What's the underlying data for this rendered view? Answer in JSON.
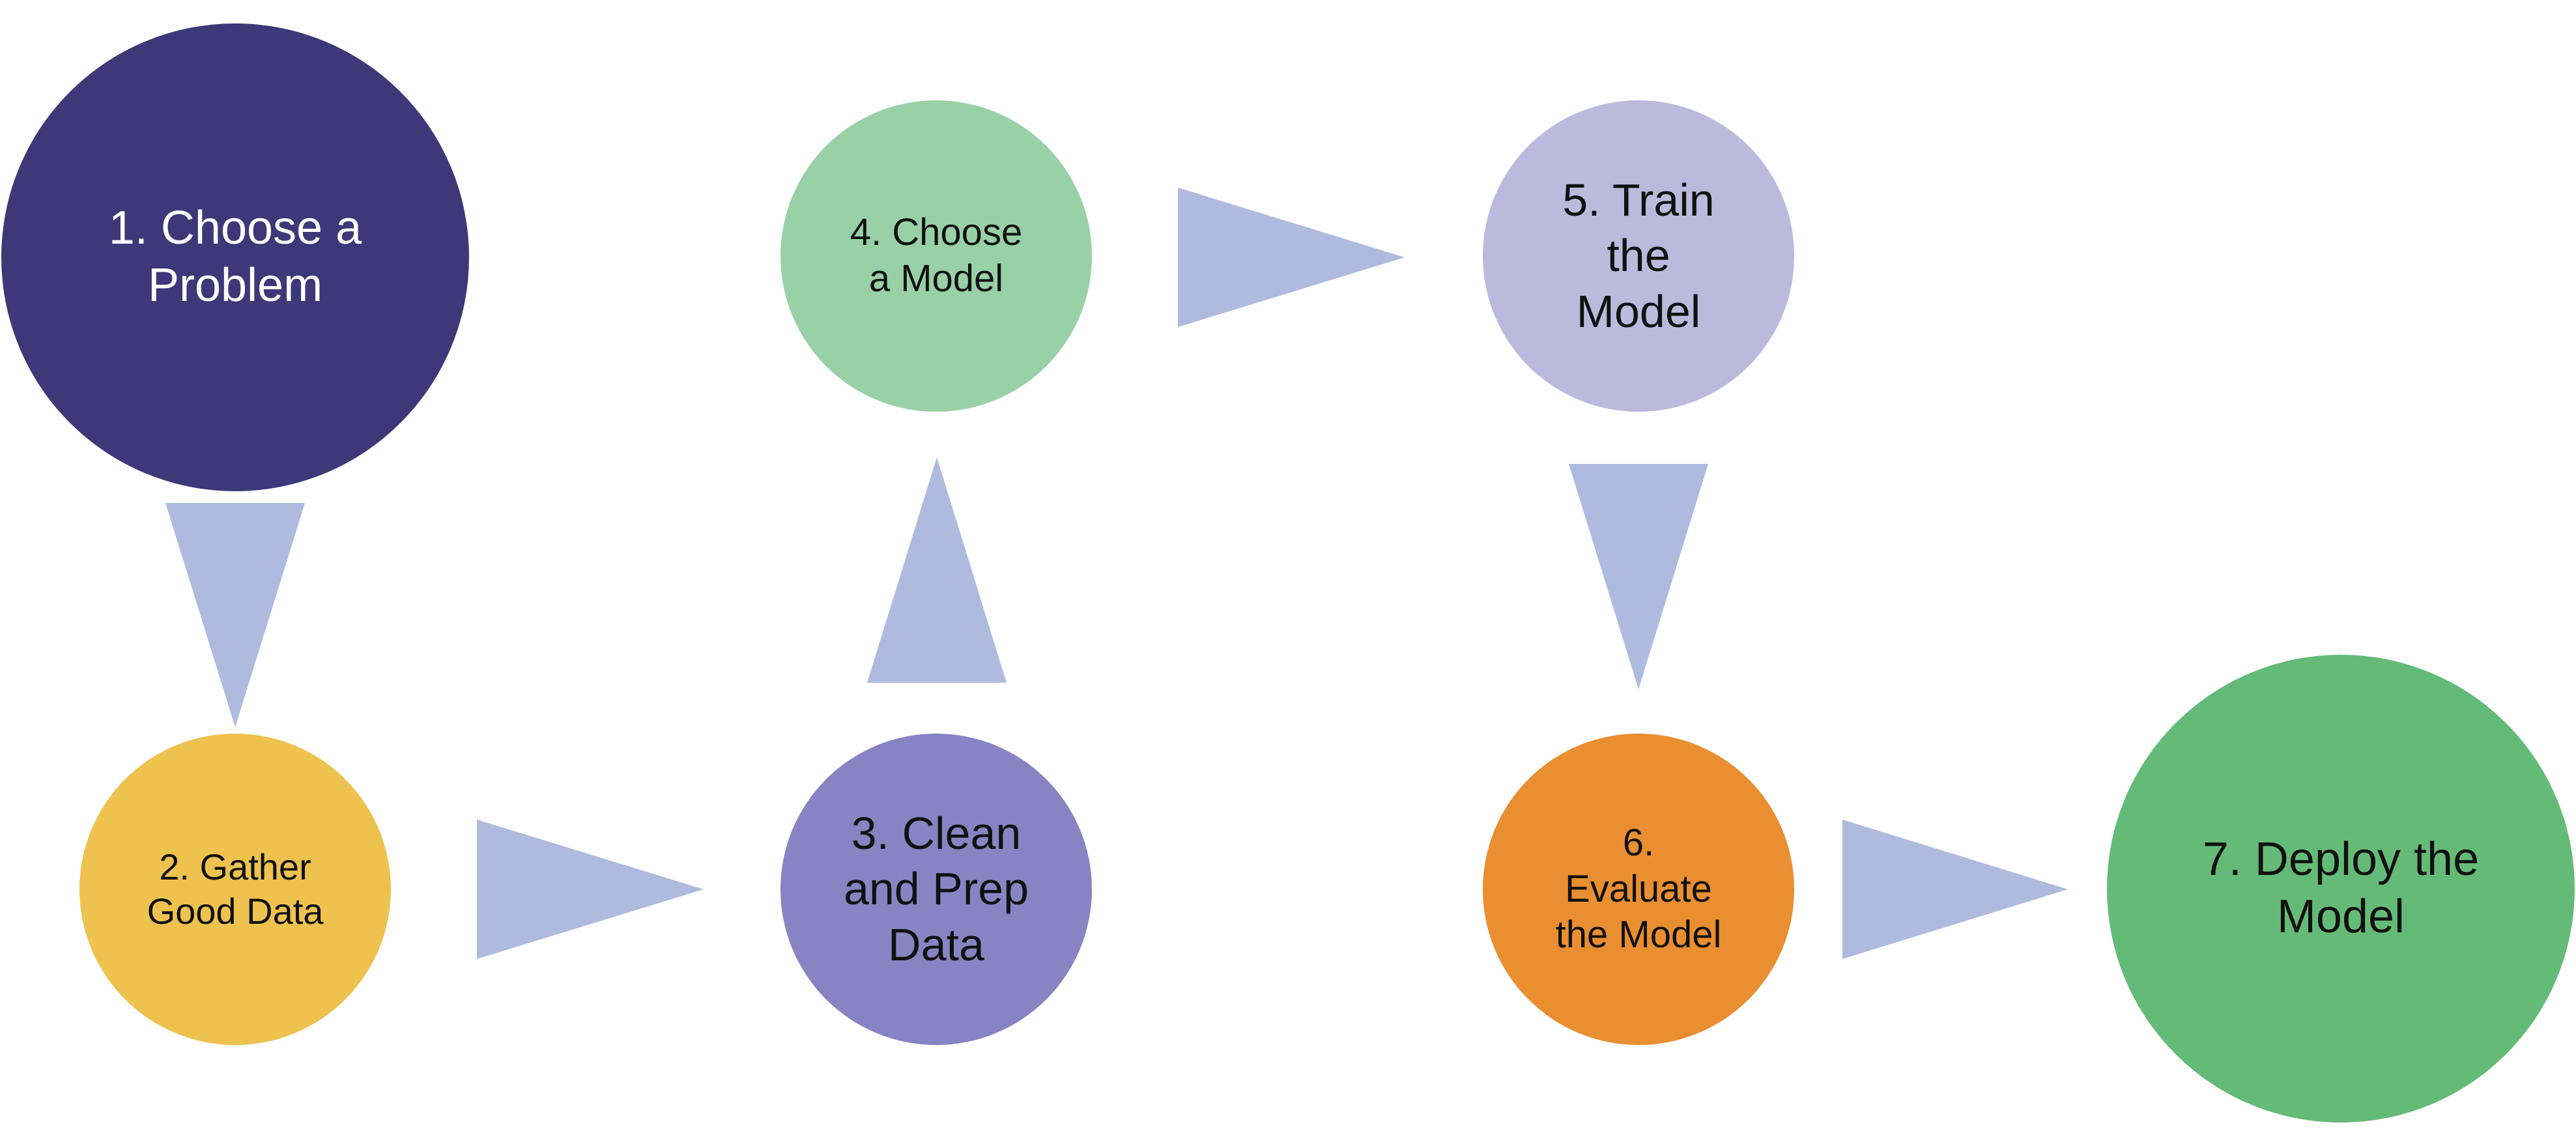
{
  "diagram": {
    "type": "process-flow",
    "nodes": [
      {
        "id": "1",
        "label": "1. Choose a\nProblem",
        "color": "#3e3778"
      },
      {
        "id": "2",
        "label": "2. Gather\nGood Data",
        "color": "#edc24e"
      },
      {
        "id": "3",
        "label": "3. Clean\nand Prep\nData",
        "color": "#8883c2"
      },
      {
        "id": "4",
        "label": "4. Choose\na Model",
        "color": "#98d1a5"
      },
      {
        "id": "5",
        "label": "5. Train\nthe\nModel",
        "color": "#bcb9dd"
      },
      {
        "id": "6",
        "label": "6.\nEvaluate\nthe Model",
        "color": "#e98e31"
      },
      {
        "id": "7",
        "label": "7. Deploy the\nModel",
        "color": "#64bb77"
      }
    ],
    "edges": [
      {
        "from": "1",
        "to": "2",
        "direction": "down"
      },
      {
        "from": "2",
        "to": "3",
        "direction": "right"
      },
      {
        "from": "3",
        "to": "4",
        "direction": "up"
      },
      {
        "from": "4",
        "to": "5",
        "direction": "right"
      },
      {
        "from": "5",
        "to": "6",
        "direction": "down"
      },
      {
        "from": "6",
        "to": "7",
        "direction": "right"
      }
    ],
    "arrow_color": "#aebbdf"
  }
}
